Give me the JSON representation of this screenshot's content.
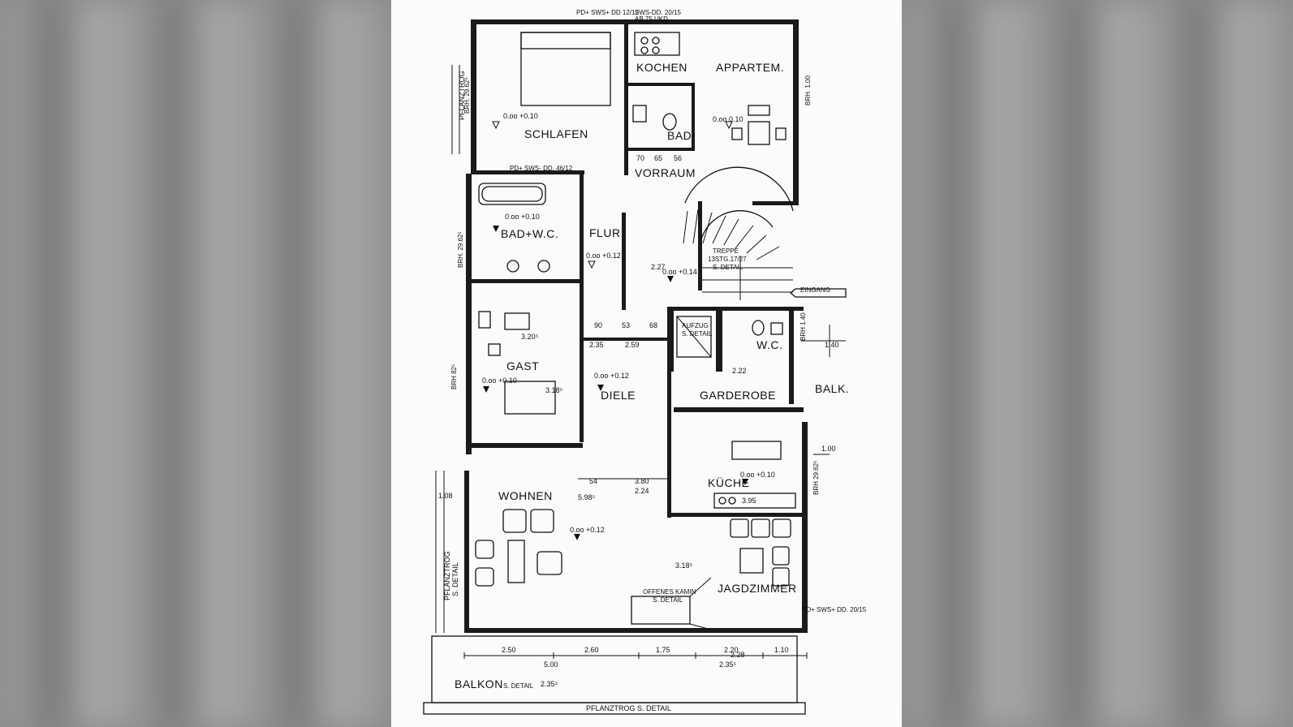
{
  "plan": {
    "rooms": {
      "schlafen": "SCHLAFEN",
      "kochen": "KOCHEN",
      "appartem": "APPARTEM.",
      "bad": "BAD",
      "vorraum": "VORRAUM",
      "bad_wc": "BAD+W.C.",
      "flur": "FLUR",
      "treppe": "TREPPE",
      "treppe_detail1": "13STG.17/27",
      "treppe_detail2": "S. DETAIL",
      "eingang": "EINGANG",
      "gast": "GAST",
      "diele": "DIELE",
      "aufzug": "AUFZUG",
      "aufzug_detail": "S. DETAIL",
      "wc": "W.C.",
      "garderobe": "GARDEROBE",
      "balk": "BALK.",
      "kueche": "KÜCHE",
      "wohnen": "WOHNEN",
      "offenes_kamin1": "OFFENES KAMIN",
      "offenes_kamin2": "S. DETAIL",
      "jagdzimmer": "JAGDZIMMER",
      "balkon": "BALKON",
      "balkon_detail": "S. DETAIL",
      "pflanztrog_bottom": "PFLANZTROG S. DETAIL",
      "pflanztrog_left_top": "PFLANZTROG",
      "pflanztrog_left_bottom1": "PFLANZTROG",
      "pflanztrog_left_bottom2": "S. DETAIL"
    },
    "levels": {
      "schlafen": "0.oo +0.10",
      "appartem": "0.oo 0.10",
      "bad_wc": "0.oo +0.10",
      "flur": "0.oo +0.12",
      "vorraum": "0.oo +0.14",
      "gast": "0.oo +0.10",
      "diele": "0.oo +0.12",
      "kueche": "0.oo +0.10",
      "wohnen": "0.oo +0.12"
    },
    "dimensions": {
      "bottom_row": [
        "2.50",
        "2.60",
        "1.75",
        "2.20",
        "1.10"
      ],
      "bottom_sub": [
        "5.00",
        "2.35⁵",
        "2.35⁵"
      ],
      "wohnen_width": "5.98⁵",
      "gast_width": "3.20⁵",
      "kueche_width": "3.95",
      "diele_width": "2.59",
      "flur_row": [
        "90",
        "53",
        "68"
      ],
      "flur_total": "2.35",
      "right_side": [
        "1.40",
        "1.00"
      ],
      "misc": [
        "3.80",
        "2.24",
        "54",
        "2.22",
        "2.27",
        "3.18⁵",
        "3.18⁵",
        "2.28",
        "70",
        "65",
        "56",
        "1.08"
      ]
    },
    "brh_labels": [
      "BRH. 29.62⁵",
      "BRH. 29.62⁵",
      "BRH 82⁵",
      "BRH. 1.00",
      "BRH 1.40",
      "BRH 29.62⁵"
    ],
    "notes": [
      "PD+ SWS+ DD 12/12",
      "SWS-DD. 20/15",
      "AB 75 UKD.",
      "PD+ SWS- DD. 46/12",
      "PD+ SWS+ DD. 20/15"
    ]
  }
}
